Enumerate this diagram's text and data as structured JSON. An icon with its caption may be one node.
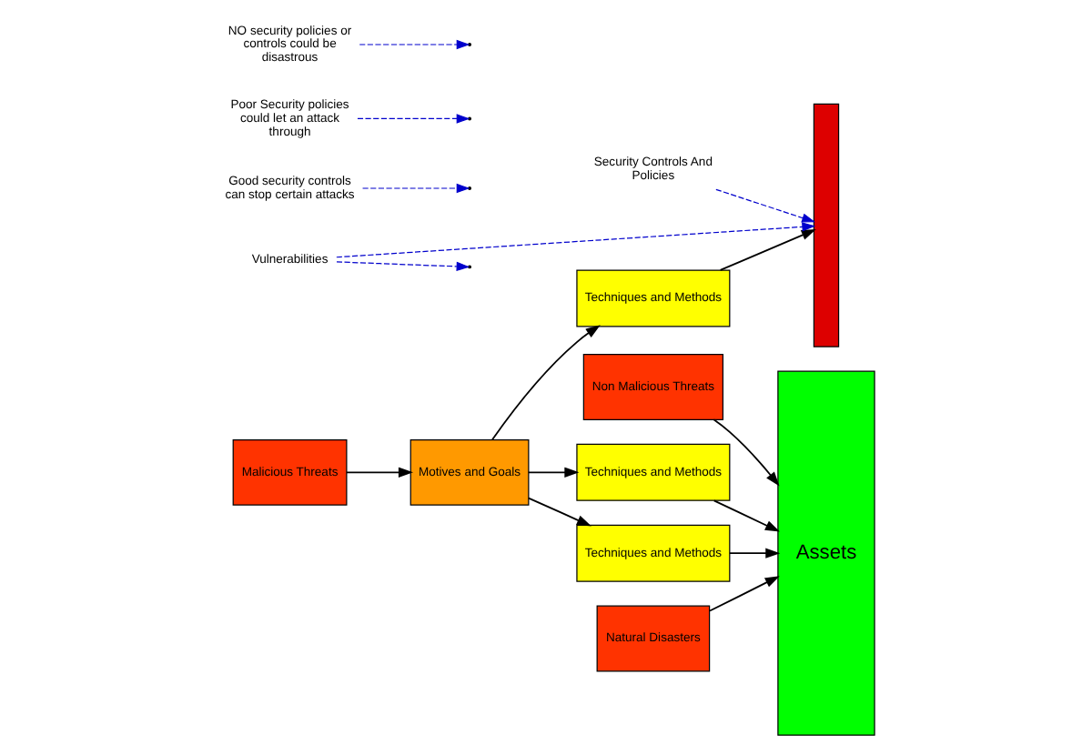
{
  "diagram": {
    "nodes": [
      {
        "text": [
          "Non Malicious Threats"
        ]
      },
      {
        "text": [
          "Malicious Threats"
        ]
      },
      {
        "text": [
          "Motives and Goals"
        ]
      },
      {
        "text": [
          "Techniques and Methods"
        ]
      },
      {
        "text": [
          "Techniques and Methods"
        ]
      },
      {
        "text": [
          "Techniques and Methods"
        ]
      },
      {
        "text": [
          "Natural Disasters"
        ]
      },
      {
        "text": [],
        "shape": "bar"
      },
      {
        "text": [
          "Security Controls And Policies"
        ]
      },
      {
        "text": [
          "Good security controls can stop certain attacks"
        ]
      },
      {
        "text": [
          "Vulnerabilities"
        ]
      },
      {
        "text": [
          "Poor Security policies could let an attack through"
        ]
      },
      {
        "text": [
          "NO security policies or controls could be disastrous"
        ]
      },
      {
        "text": [
          "Assets"
        ]
      }
    ],
    "edges": [
      {
        "from": 0,
        "to": 13,
        "arrow": "to"
      },
      {
        "from": 1,
        "to": 2,
        "arrow": "to"
      },
      {
        "from": 2,
        "to": 3,
        "arrow": "to"
      },
      {
        "from": 2,
        "to": 4,
        "arrow": "to"
      },
      {
        "from": 2,
        "to": 5,
        "arrow": "to"
      },
      {
        "from": 3,
        "to": 7,
        "arrow": "to"
      },
      {
        "from": 4,
        "to": 13,
        "arrow": "to"
      },
      {
        "from": 5,
        "to": 13,
        "arrow": "to"
      },
      {
        "from": 6,
        "to": 13,
        "arrow": "to"
      },
      {
        "from": 8,
        "to": 7,
        "arrow": "to",
        "style": "dashed",
        "color": "#0000cc"
      },
      {
        "from": 9,
        "to": null,
        "arrow": "to",
        "style": "dashed",
        "color": "#0000cc"
      },
      {
        "from": 10,
        "to": null,
        "arrow": "to",
        "style": "dashed",
        "color": "#0000cc"
      },
      {
        "from": 10,
        "to": 7,
        "arrow": "to",
        "style": "dashed",
        "color": "#0000cc"
      },
      {
        "from": 11,
        "to": null,
        "arrow": "to",
        "style": "dashed",
        "color": "#0000cc"
      },
      {
        "from": 12,
        "to": null,
        "arrow": "to",
        "style": "dashed",
        "color": "#0000cc"
      }
    ]
  }
}
